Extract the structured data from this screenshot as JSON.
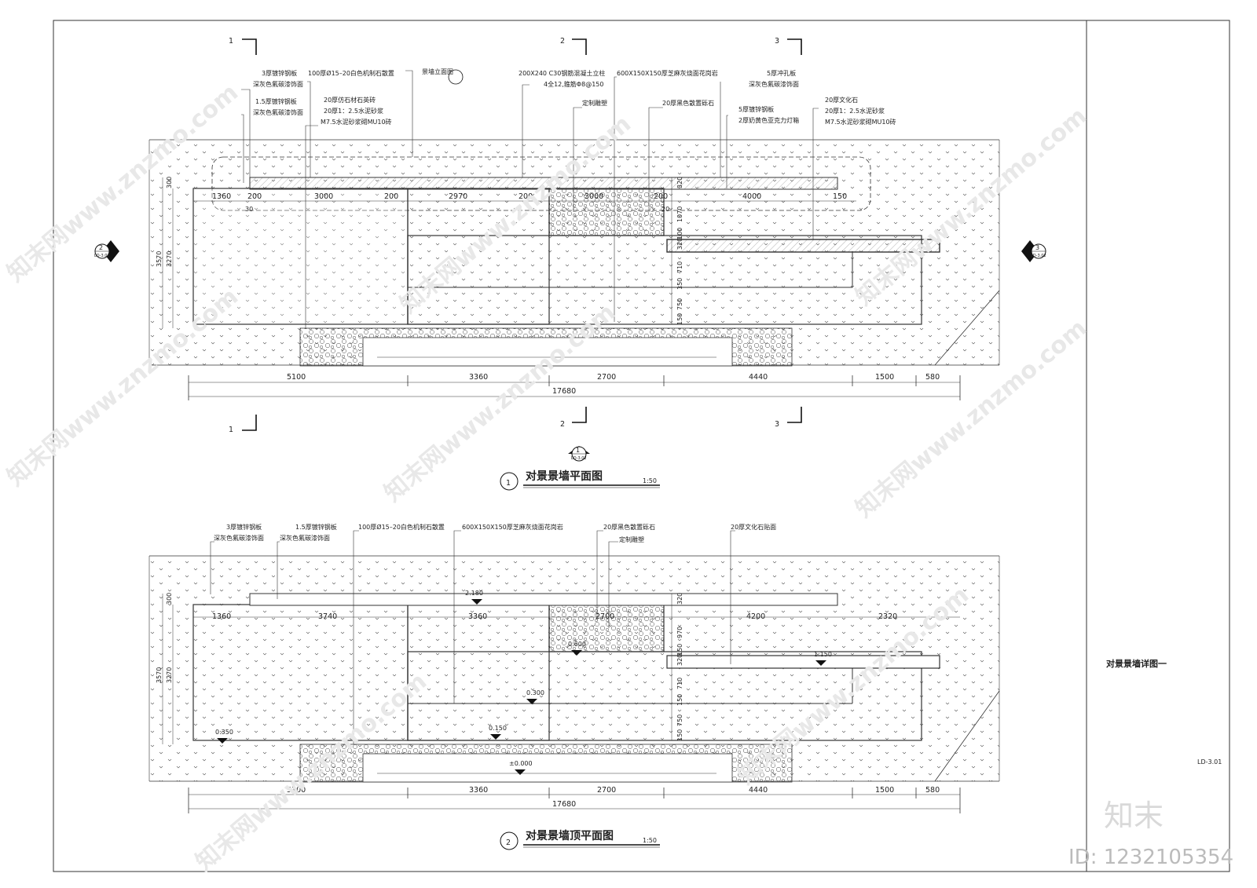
{
  "title_block": {
    "sheet_title": "对景景墙详图一",
    "sheet_number": "LD-3.01"
  },
  "watermark": {
    "brand": "知末",
    "id_text": "ID: 1232105354",
    "site": "知末网www.znzmo.com"
  },
  "plan1": {
    "title": "对景景墙平面图",
    "scale": "1:50",
    "index": "1",
    "section_marks": [
      "1",
      "2",
      "3"
    ],
    "bubble_left": {
      "num": "2",
      "ref": "LD-3.02"
    },
    "bubble_right": {
      "num": "3",
      "ref": "LD-3.02"
    },
    "bubble_bottom": {
      "num": "1",
      "ref": "LD-3.02"
    },
    "labels": [
      "3厚镀锌钢板",
      "深灰色氟碳漆饰面",
      "1.5厚镀锌钢板",
      "深灰色氟碳漆饰面",
      "100厚Ø15–20白色机制石散置",
      "20厚仿石材石英砖",
      "20厚1：2.5水泥砂浆",
      "M7.5水泥砂浆砌MU10砖",
      "景墙立面图",
      "200X240 C30钢筋混凝土立柱",
      "4全12,箍筋Φ8@150",
      "定制雕塑",
      "600X150X150厚芝麻灰烧面花岗岩",
      "20厚黑色散置砾石",
      "5厚冲孔板",
      "深灰色氟碳漆饰面",
      "5厚镀锌钢板",
      "2厚奶黄色亚克力灯箱",
      "20厚文化石",
      "20厚1：2.5水泥砂浆",
      "M7.5水泥砂浆砌MU10砖"
    ],
    "dims_top": [
      "1360",
      "200",
      "3000",
      "200",
      "2970",
      "200",
      "3000",
      "200",
      "4000",
      "150",
      "30",
      "20"
    ],
    "dims_bottom": [
      "5100",
      "3360",
      "2700",
      "4440",
      "1500",
      "580"
    ],
    "total": "17680",
    "dims_left": [
      "300",
      "3570",
      "3270"
    ],
    "dims_vertical": [
      "320",
      "1070",
      "100",
      "320",
      "710",
      "150",
      "750",
      "150"
    ]
  },
  "plan2": {
    "title": "对景景墙顶平面图",
    "scale": "1:50",
    "index": "2",
    "labels": [
      "3厚镀锌钢板",
      "深灰色氟碳漆饰面",
      "1.5厚镀锌钢板",
      "深灰色氟碳漆饰面",
      "100厚Ø15–20白色机制石散置",
      "600X150X150厚芝麻灰烧面花岗岩",
      "20厚黑色散置砾石",
      "定制雕塑",
      "20厚文化石贴面"
    ],
    "dims_top": [
      "1360",
      "3740",
      "3360",
      "2700",
      "4200",
      "2320"
    ],
    "elevations": [
      "2.180",
      "0.600",
      "1.150",
      "0.300",
      "0.350",
      "0.150",
      "±0.000"
    ],
    "dims_bottom": [
      "5100",
      "3360",
      "2700",
      "4440",
      "1500",
      "580"
    ],
    "total": "17680",
    "dims_left": [
      "300",
      "3570",
      "3270"
    ],
    "dims_vertical": [
      "320",
      "970",
      "150",
      "320",
      "710",
      "150",
      "750",
      "150"
    ]
  }
}
